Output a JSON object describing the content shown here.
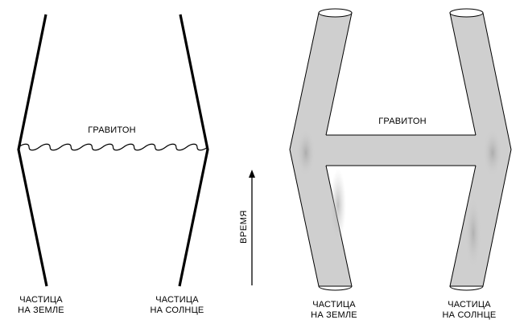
{
  "left_diagram": {
    "graviton_label": "ГРАВИТОН",
    "earth_particle": {
      "line1": "ЧАСТИЦА",
      "line2": "НА ЗЕМЛЕ"
    },
    "sun_particle": {
      "line1": "ЧАСТИЦА",
      "line2": "НА СОЛНЦЕ"
    }
  },
  "time_axis": {
    "label": "ВРЕМЯ"
  },
  "right_diagram": {
    "graviton_label": "ГРАВИТОН",
    "earth_particle": {
      "line1": "ЧАСТИЦА",
      "line2": "НА ЗЕМЛЕ"
    },
    "sun_particle": {
      "line1": "ЧАСТИЦА",
      "line2": "НА СОЛНЦЕ"
    }
  },
  "colors": {
    "line": "#000000",
    "tube_fill": "#cfcfcf",
    "tube_shadow": "#a9a9a9",
    "tube_top": "#ffffff"
  }
}
